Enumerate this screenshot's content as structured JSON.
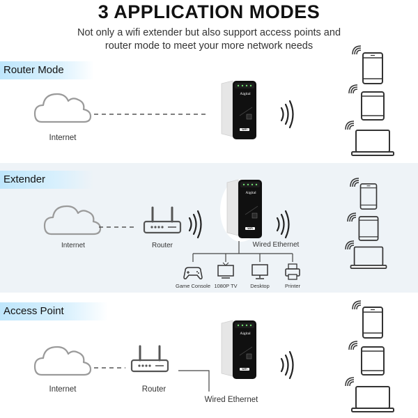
{
  "header": {
    "title": "3 APPLICATION MODES",
    "subtitle_line1": "Not only a wifi extender but also support access points and",
    "subtitle_line2": "router mode to meet your more network needs"
  },
  "device": {
    "brand": "Aigital",
    "wifi_badge": "WiFi"
  },
  "router_mode": {
    "label": "Router Mode",
    "internet_label": "Internet"
  },
  "extender_mode": {
    "label": "Extender",
    "internet_label": "Internet",
    "router_label": "Router",
    "wired_label": "Wired Ethernet",
    "devices": [
      "Game Console",
      "1080P TV",
      "Desktop",
      "Printer"
    ]
  },
  "access_point_mode": {
    "label": "Access Point",
    "internet_label": "Internet",
    "router_label": "Router",
    "wired_label": "Wired Ethernet"
  },
  "colors": {
    "label_band": "#cdeefd",
    "wifi_wave": "#222222",
    "line": "#444444",
    "extender_band": "#eef3f7"
  }
}
